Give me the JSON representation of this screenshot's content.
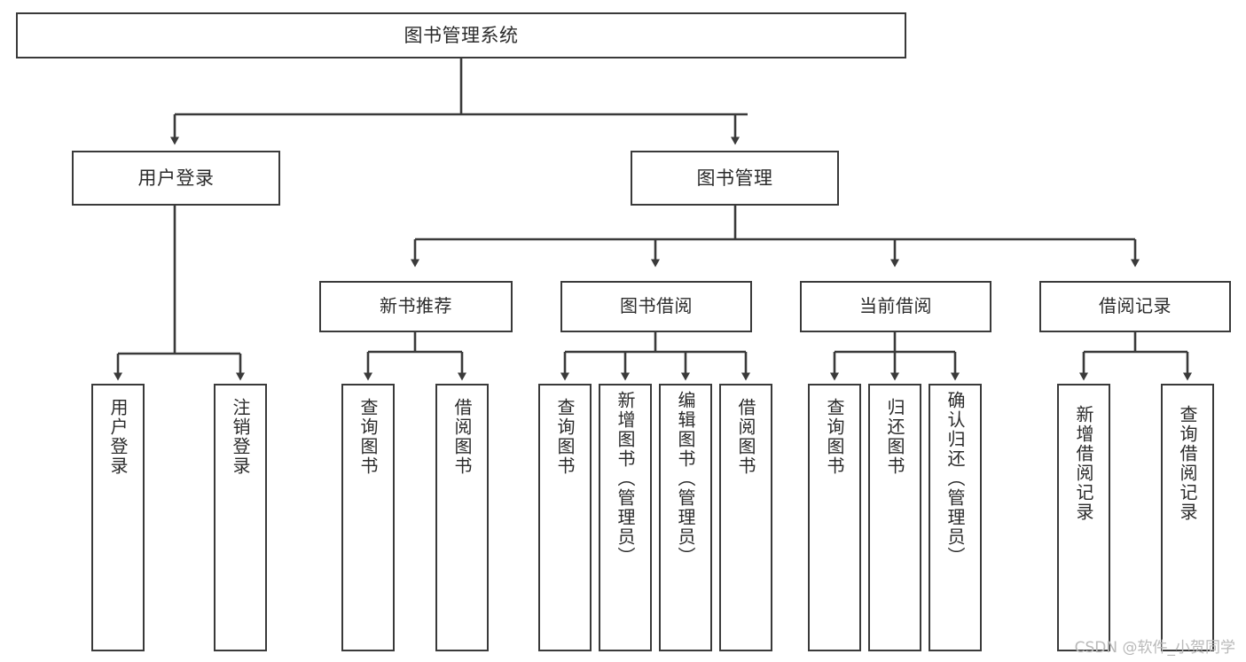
{
  "diagram": {
    "title": "图书管理系统",
    "type": "tree-hierarchy",
    "watermark": "CSDN @软件_小贺同学",
    "colors": {
      "box_border": "#3a3a3a",
      "box_fill": "#ffffff",
      "edge": "#3a3a3a",
      "text": "#2b2b2b",
      "watermark": "#b9b9b9",
      "background": "#ffffff"
    },
    "levels": {
      "root": {
        "label": "图书管理系统"
      },
      "level1": [
        {
          "id": "user-login",
          "label": "用户登录"
        },
        {
          "id": "book-manage",
          "label": "图书管理"
        }
      ],
      "level2": [
        {
          "id": "new-book-rec",
          "label": "新书推荐",
          "parent": "book-manage"
        },
        {
          "id": "book-borrow",
          "label": "图书借阅",
          "parent": "book-manage"
        },
        {
          "id": "current-borrow",
          "label": "当前借阅",
          "parent": "book-manage"
        },
        {
          "id": "borrow-record",
          "label": "借阅记录",
          "parent": "book-manage"
        }
      ],
      "leaves": [
        {
          "id": "leaf-user-login",
          "label": "用户登录",
          "parent": "user-login"
        },
        {
          "id": "leaf-user-logout",
          "label": "注销登录",
          "parent": "user-login"
        },
        {
          "id": "leaf-query-book-1",
          "label": "查询图书",
          "parent": "new-book-rec"
        },
        {
          "id": "leaf-borrow-book-1",
          "label": "借阅图书",
          "parent": "new-book-rec"
        },
        {
          "id": "leaf-query-book-2",
          "label": "查询图书",
          "parent": "book-borrow"
        },
        {
          "id": "leaf-add-book",
          "label": "新增图书（管理员）",
          "parent": "book-borrow"
        },
        {
          "id": "leaf-edit-book",
          "label": "编辑图书（管理员）",
          "parent": "book-borrow"
        },
        {
          "id": "leaf-borrow-book-2",
          "label": "借阅图书",
          "parent": "book-borrow"
        },
        {
          "id": "leaf-query-book-3",
          "label": "查询图书",
          "parent": "current-borrow"
        },
        {
          "id": "leaf-return-book",
          "label": "归还图书",
          "parent": "current-borrow"
        },
        {
          "id": "leaf-confirm-return",
          "label": "确认归还（管理员）",
          "parent": "current-borrow"
        },
        {
          "id": "leaf-add-record",
          "label": "新增借阅记录",
          "parent": "borrow-record"
        },
        {
          "id": "leaf-query-record",
          "label": "查询借阅记录",
          "parent": "borrow-record"
        }
      ]
    }
  }
}
